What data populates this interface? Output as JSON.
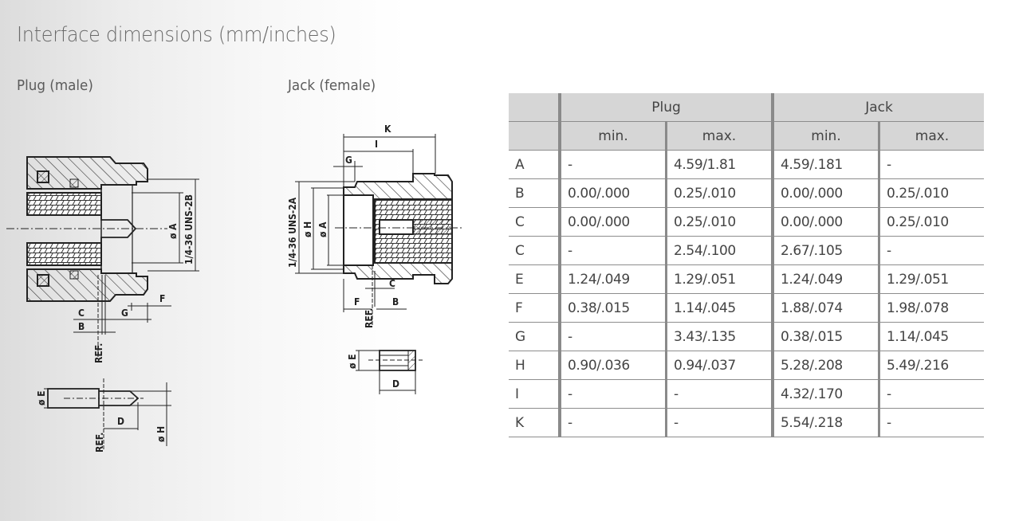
{
  "title": "Interface dimensions (mm/inches)",
  "sections": {
    "plug_label": "Plug (male)",
    "jack_label": "Jack (female)"
  },
  "drawing_labels": {
    "phi_a": "ø A",
    "phi_h": "ø H",
    "phi_e": "ø E",
    "thread_plug": "1/4-36 UNS-2B",
    "thread_jack": "1/4-36 UNS-2A",
    "ref": "REF.",
    "b": "B",
    "c": "C",
    "d": "D",
    "f": "F",
    "g": "G",
    "i": "I",
    "k": "K"
  },
  "table": {
    "group_headers": [
      "Plug",
      "Jack"
    ],
    "sub_headers": [
      "min.",
      "max.",
      "min.",
      "max."
    ],
    "rows": [
      {
        "dim": "A",
        "values": [
          "-",
          "4.59/1.81",
          "4.59/.181",
          "-"
        ]
      },
      {
        "dim": "B",
        "values": [
          "0.00/.000",
          "0.25/.010",
          "0.00/.000",
          "0.25/.010"
        ]
      },
      {
        "dim": "C",
        "values": [
          "0.00/.000",
          "0.25/.010",
          "0.00/.000",
          "0.25/.010"
        ]
      },
      {
        "dim": "C",
        "values": [
          "-",
          "2.54/.100",
          "2.67/.105",
          "-"
        ]
      },
      {
        "dim": "E",
        "values": [
          "1.24/.049",
          "1.29/.051",
          "1.24/.049",
          "1.29/.051"
        ]
      },
      {
        "dim": "F",
        "values": [
          "0.38/.015",
          "1.14/.045",
          "1.88/.074",
          "1.98/.078"
        ]
      },
      {
        "dim": "G",
        "values": [
          "-",
          "3.43/.135",
          "0.38/.015",
          "1.14/.045"
        ]
      },
      {
        "dim": "H",
        "values": [
          "0.90/.036",
          "0.94/.037",
          "5.28/.208",
          "5.49/.216"
        ]
      },
      {
        "dim": "I",
        "values": [
          "-",
          "-",
          "4.32/.170",
          "-"
        ]
      },
      {
        "dim": "K",
        "values": [
          "-",
          "-",
          "5.54/.218",
          "-"
        ]
      }
    ]
  },
  "colors": {
    "header_bg": "#d6d6d6",
    "grid_line": "#8a8a8a",
    "text": "#444444"
  }
}
